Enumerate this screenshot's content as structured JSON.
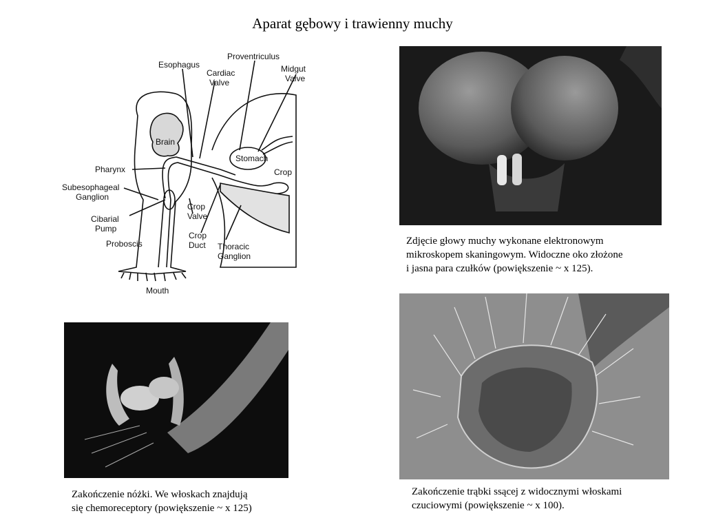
{
  "title": "Aparat gębowy i trawienny muchy",
  "diagram": {
    "labels": {
      "esophagus": "Esophagus",
      "proventriculus": "Proventriculus",
      "cardiac_valve_1": "Cardiac",
      "cardiac_valve_2": "Valve",
      "midgut_valve_1": "Midgut",
      "midgut_valve_2": "Valve",
      "brain": "Brain",
      "stomach": "Stomach",
      "pharynx": "Pharynx",
      "crop": "Crop",
      "subesophageal_1": "Subesophageal",
      "subesophageal_2": "Ganglion",
      "crop_valve_1": "Crop",
      "crop_valve_2": "Valve",
      "cibarial_1": "Cibarial",
      "cibarial_2": "Pump",
      "crop_duct_1": "Crop",
      "crop_duct_2": "Duct",
      "proboscis": "Proboscis",
      "thoracic_1": "Thoracic",
      "thoracic_2": "Ganglion",
      "mouth": "Mouth"
    }
  },
  "captions": {
    "head": [
      "Zdjęcie głowy muchy wykonane elektronowym",
      "mikroskopem skaningowym. Widoczne oko złożone",
      "i jasna para czułków (powiększenie ~ x 125)."
    ],
    "leg": [
      "Zakończenie nóżki. We włoskach znajdują",
      "się chemoreceptory (powiększenie ~ x 125)"
    ],
    "proboscis": [
      "Zakończenie trąbki ssącej z widocznymi włoskami",
      "czuciowymi (powiększenie ~ x 100)."
    ]
  }
}
